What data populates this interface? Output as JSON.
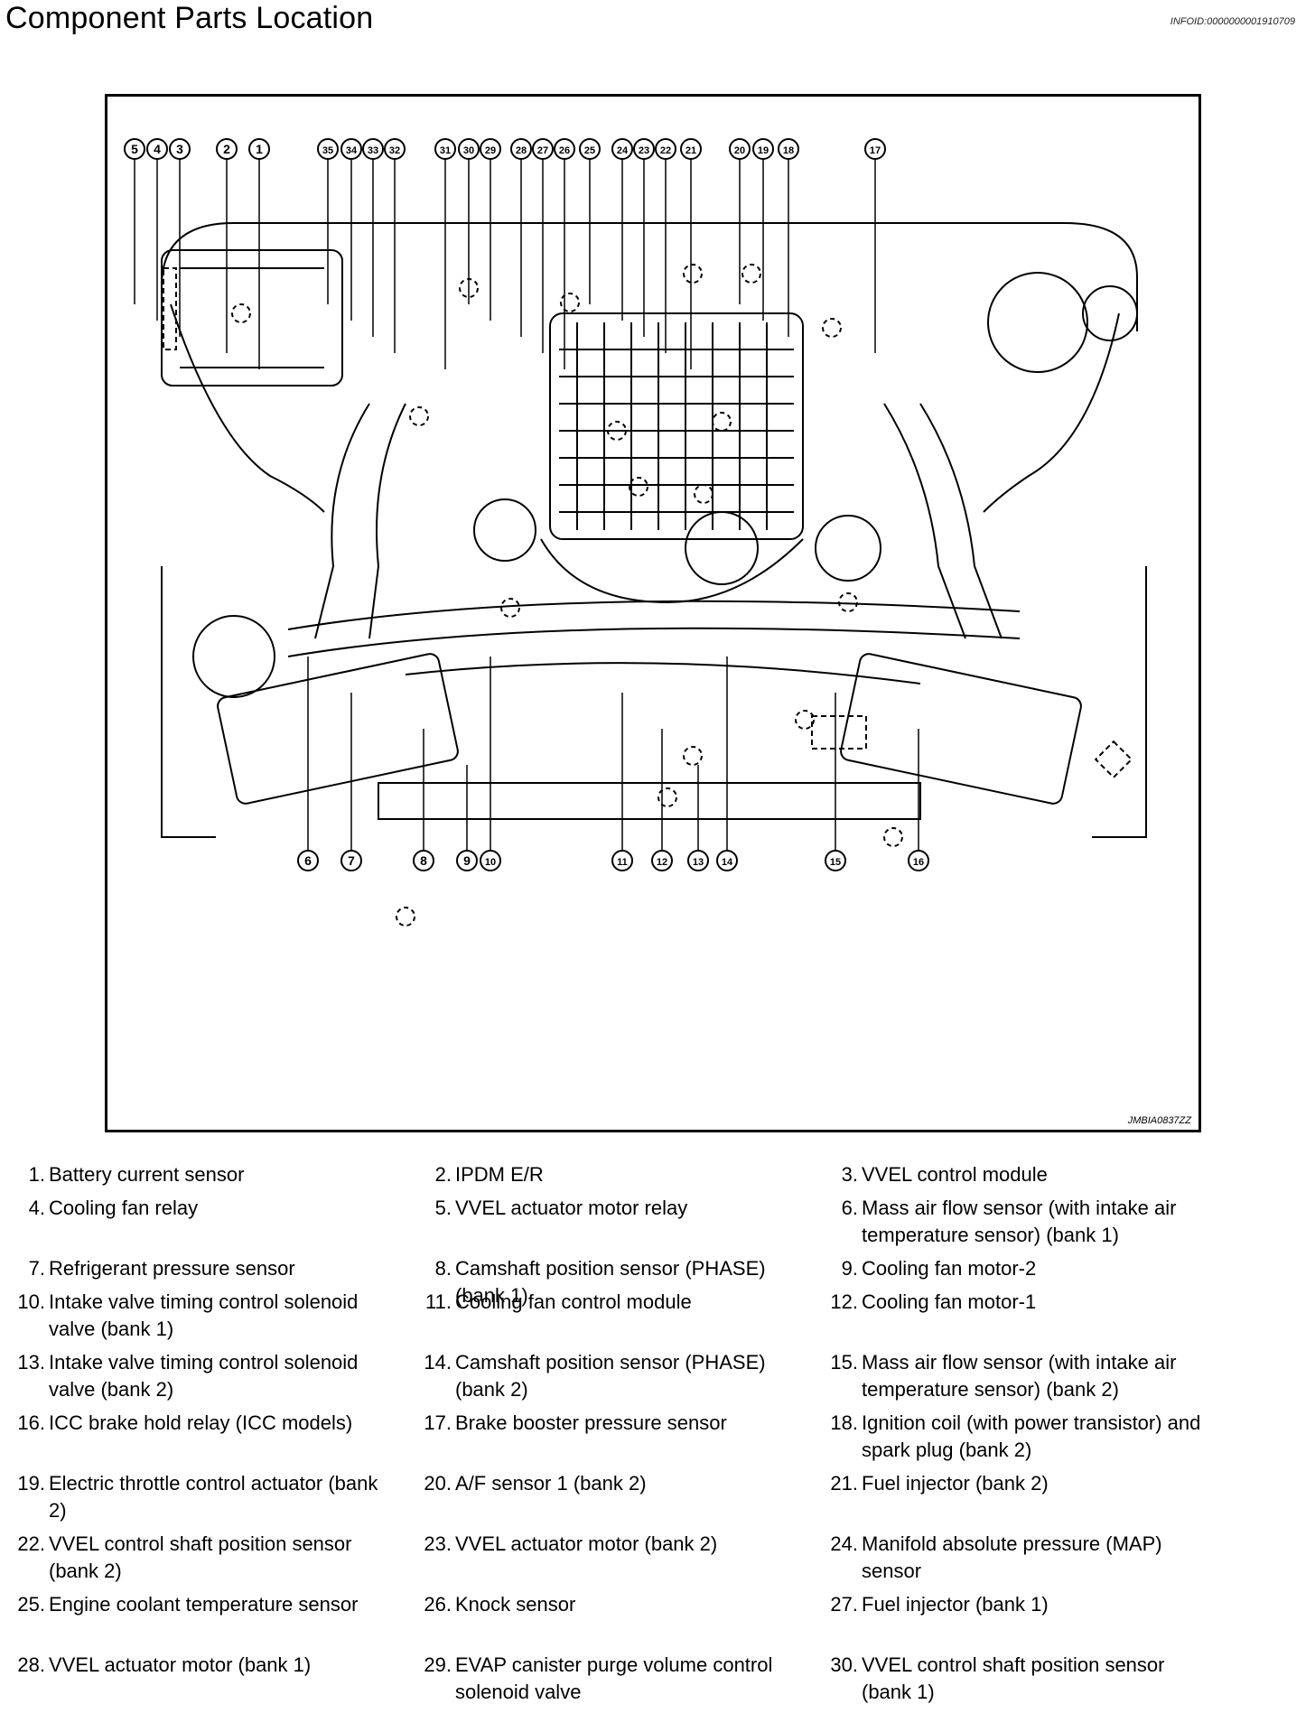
{
  "header": {
    "title": "Component Parts Location",
    "info_id": "INFOID:0000000001910709"
  },
  "figure": {
    "figure_id": "JMBIA0837ZZ",
    "top_callouts": [
      "5",
      "4",
      "3",
      "2",
      "1",
      "35",
      "34",
      "33",
      "32",
      "31",
      "30",
      "29",
      "28",
      "27",
      "26",
      "25",
      "24",
      "23",
      "22",
      "21",
      "20",
      "19",
      "18",
      "17"
    ],
    "bottom_callouts": [
      "6",
      "7",
      "8",
      "9",
      "10",
      "11",
      "12",
      "13",
      "14",
      "15",
      "16"
    ]
  },
  "legend": [
    {
      "num": "1.",
      "label": "Battery current sensor"
    },
    {
      "num": "2.",
      "label": "IPDM E/R"
    },
    {
      "num": "3.",
      "label": "VVEL control module"
    },
    {
      "num": "4.",
      "label": "Cooling fan relay"
    },
    {
      "num": "5.",
      "label": "VVEL actuator motor relay"
    },
    {
      "num": "6.",
      "label": "Mass air flow sensor (with intake air temperature sensor) (bank 1)"
    },
    {
      "num": "7.",
      "label": "Refrigerant pressure sensor"
    },
    {
      "num": "8.",
      "label": "Camshaft position sensor (PHASE) (bank 1)"
    },
    {
      "num": "9.",
      "label": "Cooling fan motor-2"
    },
    {
      "num": "10.",
      "label": "Intake valve timing control solenoid valve (bank 1)"
    },
    {
      "num": "11.",
      "label": "Cooling fan control module"
    },
    {
      "num": "12.",
      "label": "Cooling fan motor-1"
    },
    {
      "num": "13.",
      "label": "Intake valve timing control solenoid valve (bank 2)"
    },
    {
      "num": "14.",
      "label": "Camshaft position sensor (PHASE) (bank 2)"
    },
    {
      "num": "15.",
      "label": "Mass air flow sensor (with intake air temperature sensor) (bank 2)"
    },
    {
      "num": "16.",
      "label": "ICC brake hold relay (ICC models)"
    },
    {
      "num": "17.",
      "label": "Brake booster pressure sensor"
    },
    {
      "num": "18.",
      "label": "Ignition coil (with power transistor) and spark plug (bank 2)"
    },
    {
      "num": "19.",
      "label": "Electric throttle control actuator (bank 2)"
    },
    {
      "num": "20.",
      "label": "A/F sensor 1 (bank 2)"
    },
    {
      "num": "21.",
      "label": "Fuel injector (bank 2)"
    },
    {
      "num": "22.",
      "label": "VVEL control shaft position sensor (bank 2)"
    },
    {
      "num": "23.",
      "label": "VVEL actuator motor (bank 2)"
    },
    {
      "num": "24.",
      "label": "Manifold absolute pressure (MAP) sensor"
    },
    {
      "num": "25.",
      "label": "Engine coolant temperature sensor"
    },
    {
      "num": "26.",
      "label": "Knock sensor"
    },
    {
      "num": "27.",
      "label": "Fuel injector (bank 1)"
    },
    {
      "num": "28.",
      "label": "VVEL actuator motor (bank 1)"
    },
    {
      "num": "29.",
      "label": "EVAP canister purge volume control solenoid valve"
    },
    {
      "num": "30.",
      "label": "VVEL control shaft position sensor (bank 1)"
    }
  ]
}
